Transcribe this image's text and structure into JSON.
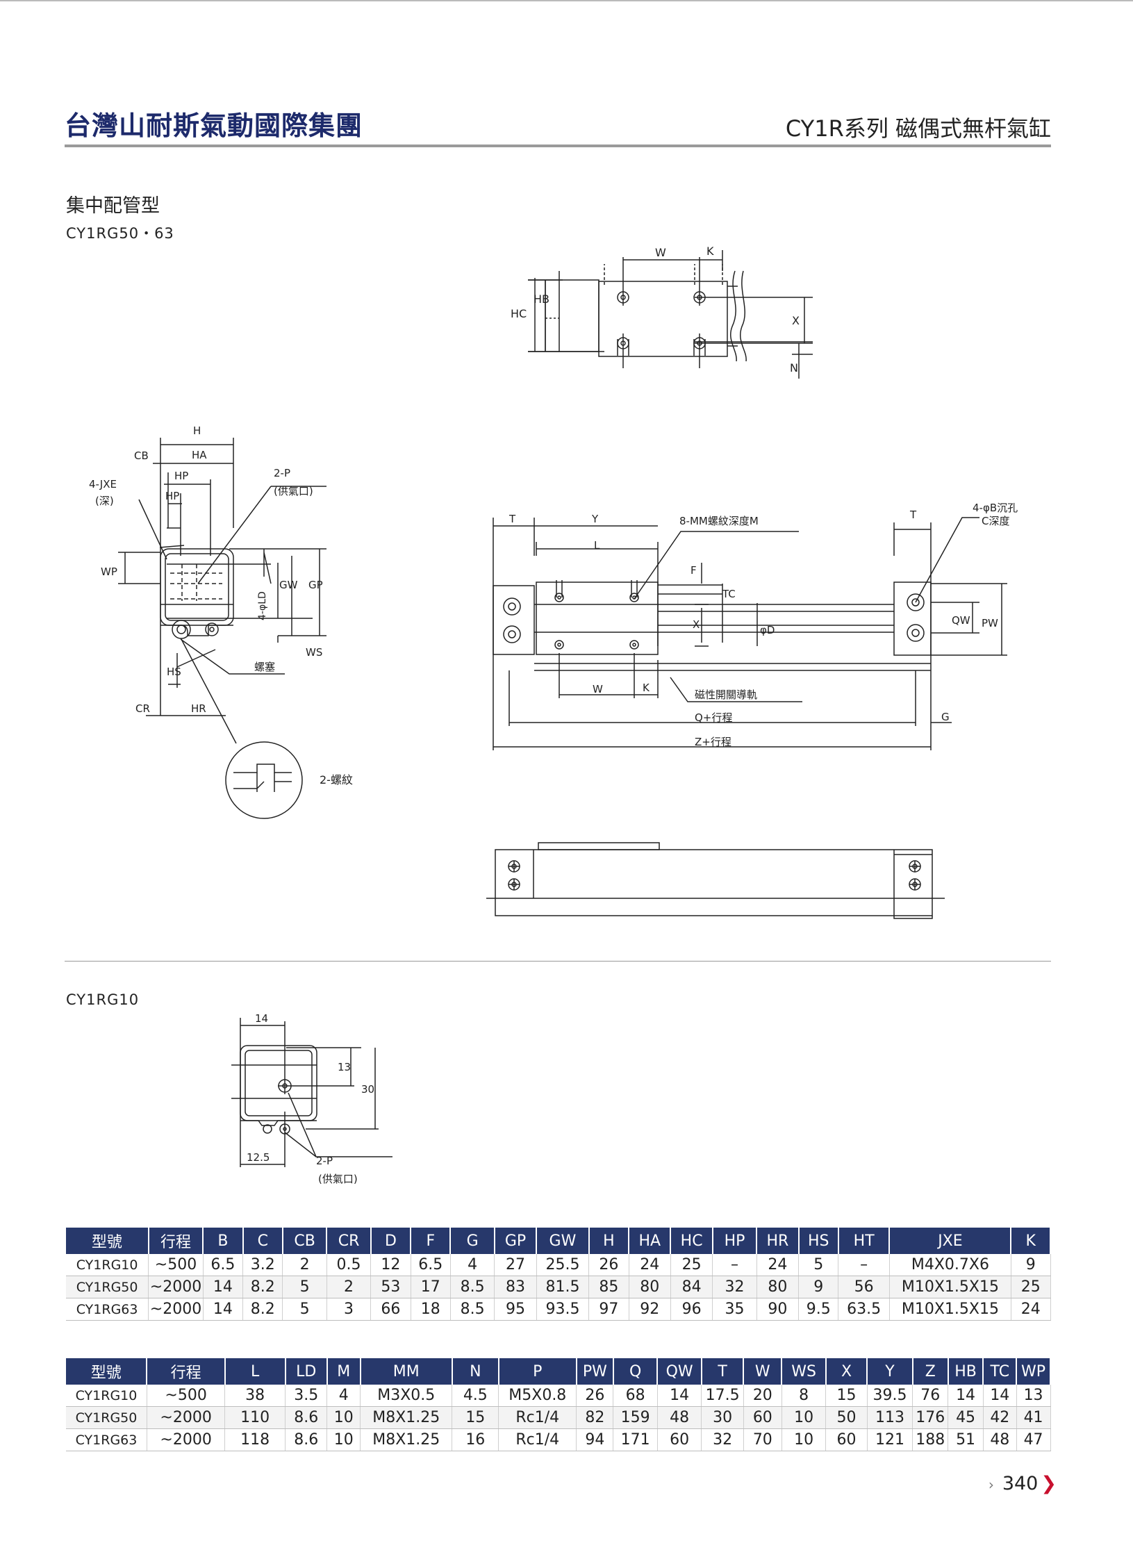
{
  "header": {
    "brand": "台灣山耐斯氣動國際集團",
    "series": "CY1R系列 磁偶式無杆氣缸"
  },
  "section": {
    "title": "集中配管型",
    "model_top": "CY1RG50・63",
    "model_bottom": "CY1RG10"
  },
  "labels": {
    "top_view": [
      "W",
      "K",
      "HC",
      "HB",
      "X",
      "N"
    ],
    "end_view": [
      "H",
      "CB",
      "HA",
      "HP",
      "HP",
      "4-JXE",
      "(深)",
      "2-P",
      "(供氣口)",
      "WP",
      "GW",
      "GP",
      "4-φLD",
      "WS",
      "HS",
      "CR",
      "HR",
      "螺塞",
      "2-螺紋"
    ],
    "front_view": [
      "T",
      "Y",
      "L",
      "8-MM螺紋深度M",
      "F",
      "TC",
      "X",
      "φD",
      "T",
      "4-φB沉孔",
      "C深度",
      "QW",
      "PW",
      "W",
      "K",
      "磁性開關導軌",
      "Q+行程",
      "G",
      "Z+行程"
    ],
    "small_view": [
      "14",
      "13",
      "30",
      "12.5",
      "2-P",
      "(供氣口)"
    ]
  },
  "table1": {
    "headers": [
      "型號",
      "行程",
      "B",
      "C",
      "CB",
      "CR",
      "D",
      "F",
      "G",
      "GP",
      "GW",
      "H",
      "HA",
      "HC",
      "HP",
      "HR",
      "HS",
      "HT",
      "JXE",
      "K"
    ],
    "rows": [
      [
        "CY1RG10",
        "~500",
        "6.5",
        "3.2",
        "2",
        "0.5",
        "12",
        "6.5",
        "4",
        "27",
        "25.5",
        "26",
        "24",
        "25",
        "–",
        "24",
        "5",
        "–",
        "M4X0.7X6",
        "9"
      ],
      [
        "CY1RG50",
        "~2000",
        "14",
        "8.2",
        "5",
        "2",
        "53",
        "17",
        "8.5",
        "83",
        "81.5",
        "85",
        "80",
        "84",
        "32",
        "80",
        "9",
        "56",
        "M10X1.5X15",
        "25"
      ],
      [
        "CY1RG63",
        "~2000",
        "14",
        "8.2",
        "5",
        "3",
        "66",
        "18",
        "8.5",
        "95",
        "93.5",
        "97",
        "92",
        "96",
        "35",
        "90",
        "9.5",
        "63.5",
        "M10X1.5X15",
        "24"
      ]
    ]
  },
  "table2": {
    "headers": [
      "型號",
      "行程",
      "L",
      "LD",
      "M",
      "MM",
      "N",
      "P",
      "PW",
      "Q",
      "QW",
      "T",
      "W",
      "WS",
      "X",
      "Y",
      "Z",
      "HB",
      "TC",
      "WP"
    ],
    "rows": [
      [
        "CY1RG10",
        "~500",
        "38",
        "3.5",
        "4",
        "M3X0.5",
        "4.5",
        "M5X0.8",
        "26",
        "68",
        "14",
        "17.5",
        "20",
        "8",
        "15",
        "39.5",
        "76",
        "14",
        "14",
        "13"
      ],
      [
        "CY1RG50",
        "~2000",
        "110",
        "8.6",
        "10",
        "M8X1.25",
        "15",
        "Rc1/4",
        "82",
        "159",
        "48",
        "30",
        "60",
        "10",
        "50",
        "113",
        "176",
        "45",
        "42",
        "41"
      ],
      [
        "CY1RG63",
        "~2000",
        "118",
        "8.6",
        "10",
        "M8X1.25",
        "16",
        "Rc1/4",
        "94",
        "171",
        "60",
        "32",
        "70",
        "10",
        "60",
        "121",
        "188",
        "51",
        "48",
        "47"
      ]
    ]
  },
  "footer": {
    "page_number": "340"
  }
}
